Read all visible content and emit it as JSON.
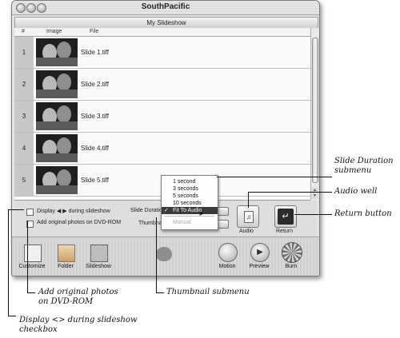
{
  "window": {
    "title": "SouthPacific"
  },
  "slideshow": {
    "title": "My Slideshow",
    "columns": [
      "#",
      "Image",
      "File"
    ],
    "rows": [
      {
        "number": "1",
        "file": "Slide 1.tiff"
      },
      {
        "number": "2",
        "file": "Slide 2.tiff"
      },
      {
        "number": "3",
        "file": "Slide 3.tiff"
      },
      {
        "number": "4",
        "file": "Slide 4.tiff"
      },
      {
        "number": "5",
        "file": "Slide 5.tiff"
      }
    ]
  },
  "settings": {
    "display_checkbox_pre": "Display",
    "display_checkbox_arrows": "◀ ▶",
    "display_checkbox_post": "during slideshow",
    "add_originals_label": "Add original photos on DVD-ROM",
    "slide_duration_label": "Slide Duration",
    "thumbnail_label": "Thumbnail",
    "audio_label": "Audio",
    "return_label": "Return"
  },
  "duration_menu": {
    "items": [
      "1 second",
      "3 seconds",
      "5 seconds",
      "10 seconds",
      "Fit To Audio"
    ],
    "selected": "Fit To Audio",
    "check": "✓",
    "disabled_item": "Manual"
  },
  "dock": {
    "left": [
      "Customize",
      "Folder",
      "Slideshow"
    ],
    "right": [
      "Motion",
      "Preview",
      "Burn"
    ]
  },
  "callouts": {
    "slide_duration": [
      "Slide Duration",
      "submenu"
    ],
    "audio_well": "Audio well",
    "return_button": "Return button",
    "thumbnail_submenu": "Thumbnail submenu",
    "add_original": [
      "Add original photos",
      "on DVD-ROM"
    ],
    "display_checkbox": [
      "Display <> during slideshow",
      "checkbox"
    ]
  }
}
